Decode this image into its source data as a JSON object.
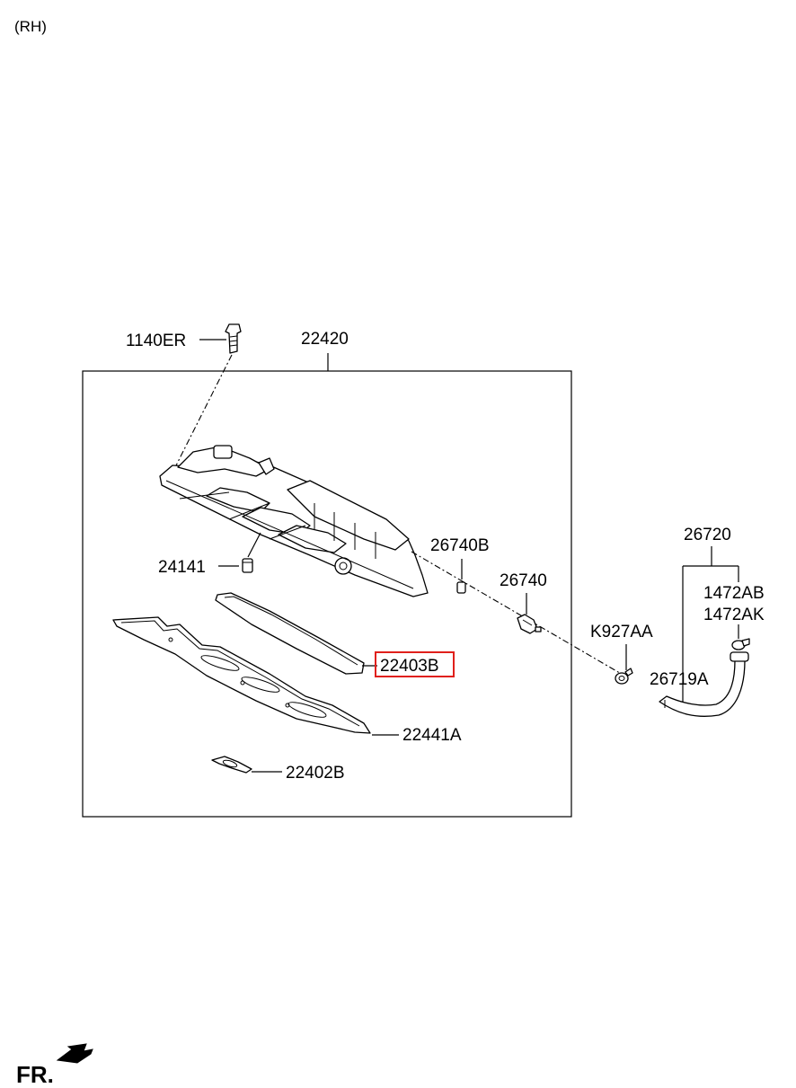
{
  "diagram": {
    "side_label": "(RH)",
    "front_label": "FR.",
    "highlight_color": "#e0201b",
    "parts": {
      "p1140ER": "1140ER",
      "p22420": "22420",
      "p24141": "24141",
      "p26740B": "26740B",
      "p26740": "26740",
      "p22403B": "22403B",
      "p22441A": "22441A",
      "p22402B": "22402B",
      "p26720": "26720",
      "p1472AB": "1472AB",
      "p1472AK": "1472AK",
      "pK927AA": "K927AA",
      "p26719A": "26719A"
    },
    "highlighted_part": "22403B"
  }
}
